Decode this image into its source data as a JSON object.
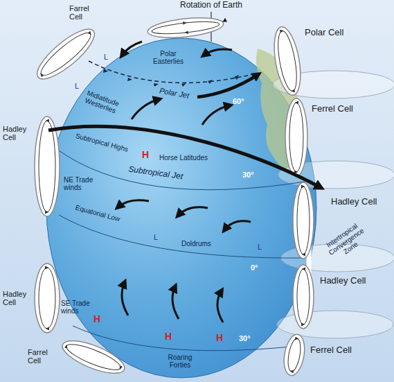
{
  "diagram": {
    "labels": [
      "Rotation of Earth",
      "Polar Cell",
      "Farrel Cell",
      "Ferrel Cell",
      "Polar Easterlies",
      "L",
      "Polar Jet",
      "60°",
      "L",
      "Midlatitude Westerlies",
      "Hadley Cell",
      "Subtropical Highs",
      "H",
      "Horse Latitudes",
      "30°",
      "NE Trade winds",
      "Subtropical Jet",
      "Hadley Cell",
      "Equatorial Low",
      "L",
      "Doldrums",
      "L",
      "0°",
      "Intertropical Convergence Zone",
      "Hadley Cell",
      "Hadley Cell",
      "SE Trade winds",
      "H",
      "H",
      "H",
      "30°",
      "Ferrel Cell",
      "Roaring Forties",
      "Farrel Cell"
    ]
  }
}
